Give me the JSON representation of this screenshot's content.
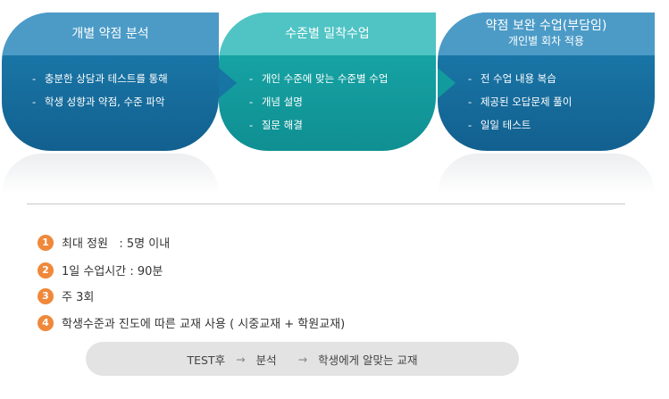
{
  "steps": [
    {
      "title": "개별 약점 분석",
      "items": [
        "충분한 상담과 테스트를 통해",
        "학생 성향과 약점, 수준 파악"
      ]
    },
    {
      "title": "수준별 밀착수업",
      "items": [
        "개인 수준에 맞는 수준별 수업",
        "개념 설명",
        "질문 해결"
      ]
    },
    {
      "title": "약점 보완 수업(부담임)",
      "subtitle": "개인별 회차 적용",
      "items": [
        "전 수업 내용 복습",
        "제공된 오답문제 풀이",
        "일일 테스트"
      ]
    }
  ],
  "info": [
    {
      "num": "1",
      "text": "최대 정원   : 5명 이내"
    },
    {
      "num": "2",
      "text": "1일 수업시간 : 90분"
    },
    {
      "num": "3",
      "text": "주 3회"
    },
    {
      "num": "4",
      "text": "학생수준과 진도에 따른 교재 사용 ( 시중교재 + 학원교재)"
    }
  ],
  "flow": {
    "step1": "TEST후",
    "step2": "분석",
    "step3": "학생에게 알맞는 교재",
    "arrow": "→"
  }
}
